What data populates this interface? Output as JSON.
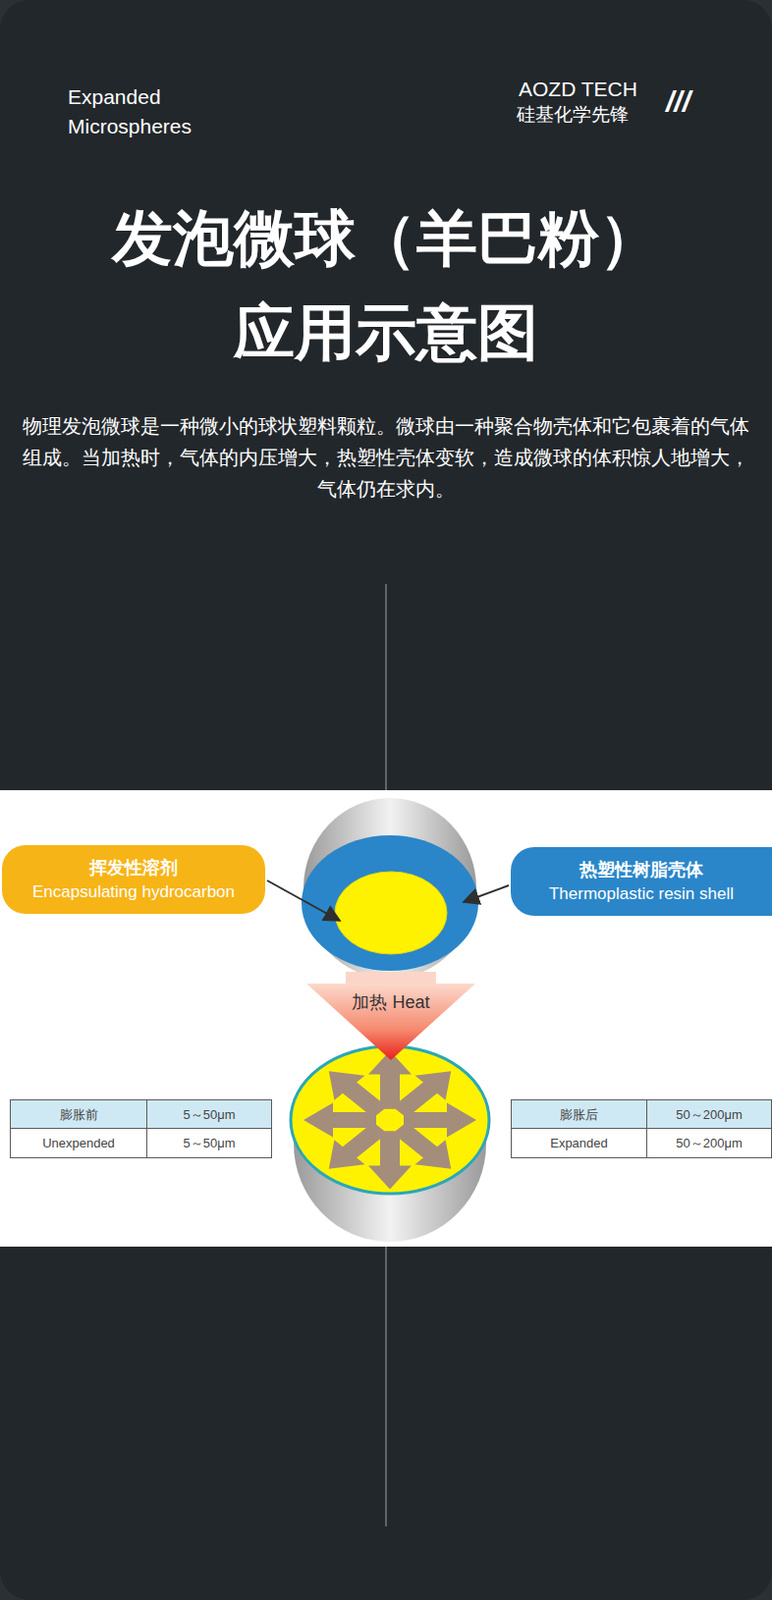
{
  "diagram": {
    "title": "发泡微球（羊巴粉） 应用示意图",
    "nodes": [
      {
        "text": [
          "挥发性溶剂",
          "Encapsulating hydrocarbon"
        ]
      },
      {
        "text": [
          "热塑性树脂壳体",
          "Thermoplastic resin shell"
        ]
      },
      {
        "text": [
          "加热 Heat"
        ]
      }
    ],
    "labels": [
      "Expanded Microspheres",
      "AOZD TECH",
      "硅基化学先锋",
      "///",
      "物理发泡微球是一种微小的球状塑料颗粒。微球由一种聚合物壳体和它包裹着的气体组成。当加热时，气体的内压增大，热塑性壳体变软，造成微球的体积惊人地增大，气体仍在求内。",
      "膨胀前",
      "5～50μm",
      "Unexpended",
      "5～50μm",
      "膨胀后",
      "50～200μm",
      "Expanded",
      "50～200μm"
    ]
  }
}
